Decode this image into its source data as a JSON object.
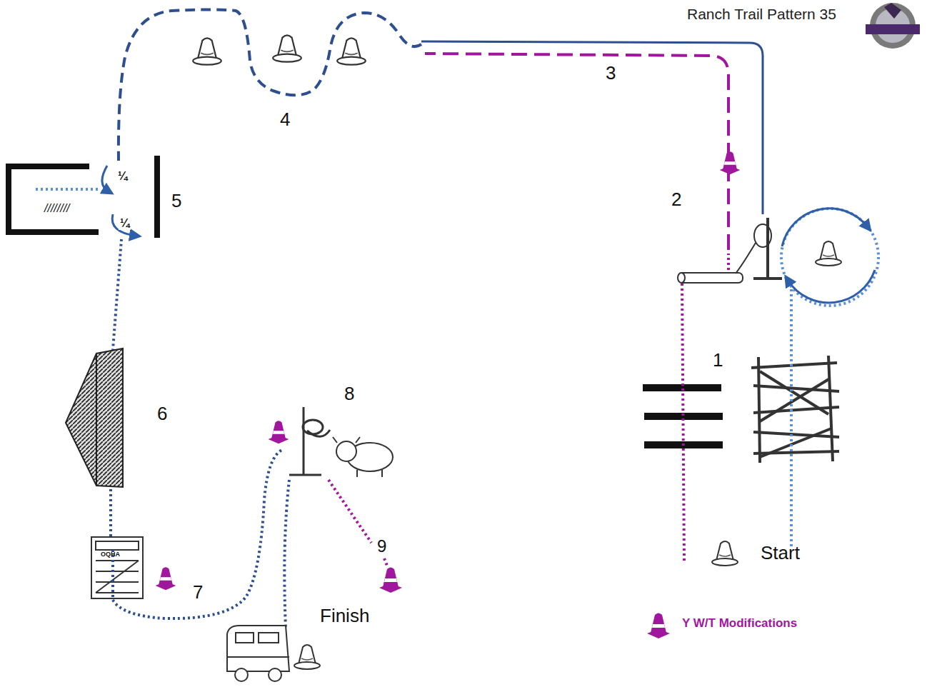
{
  "diagram": {
    "title": "Ranch Trail Pattern 35",
    "labels": [
      "1",
      "2",
      "3",
      "4",
      "5",
      "¼",
      "¼",
      "////////",
      "6",
      "OQHA",
      "7",
      "8",
      "9",
      "Start",
      "Finish"
    ],
    "legend": [
      {
        "text": "Y W/T Modifications"
      }
    ]
  }
}
